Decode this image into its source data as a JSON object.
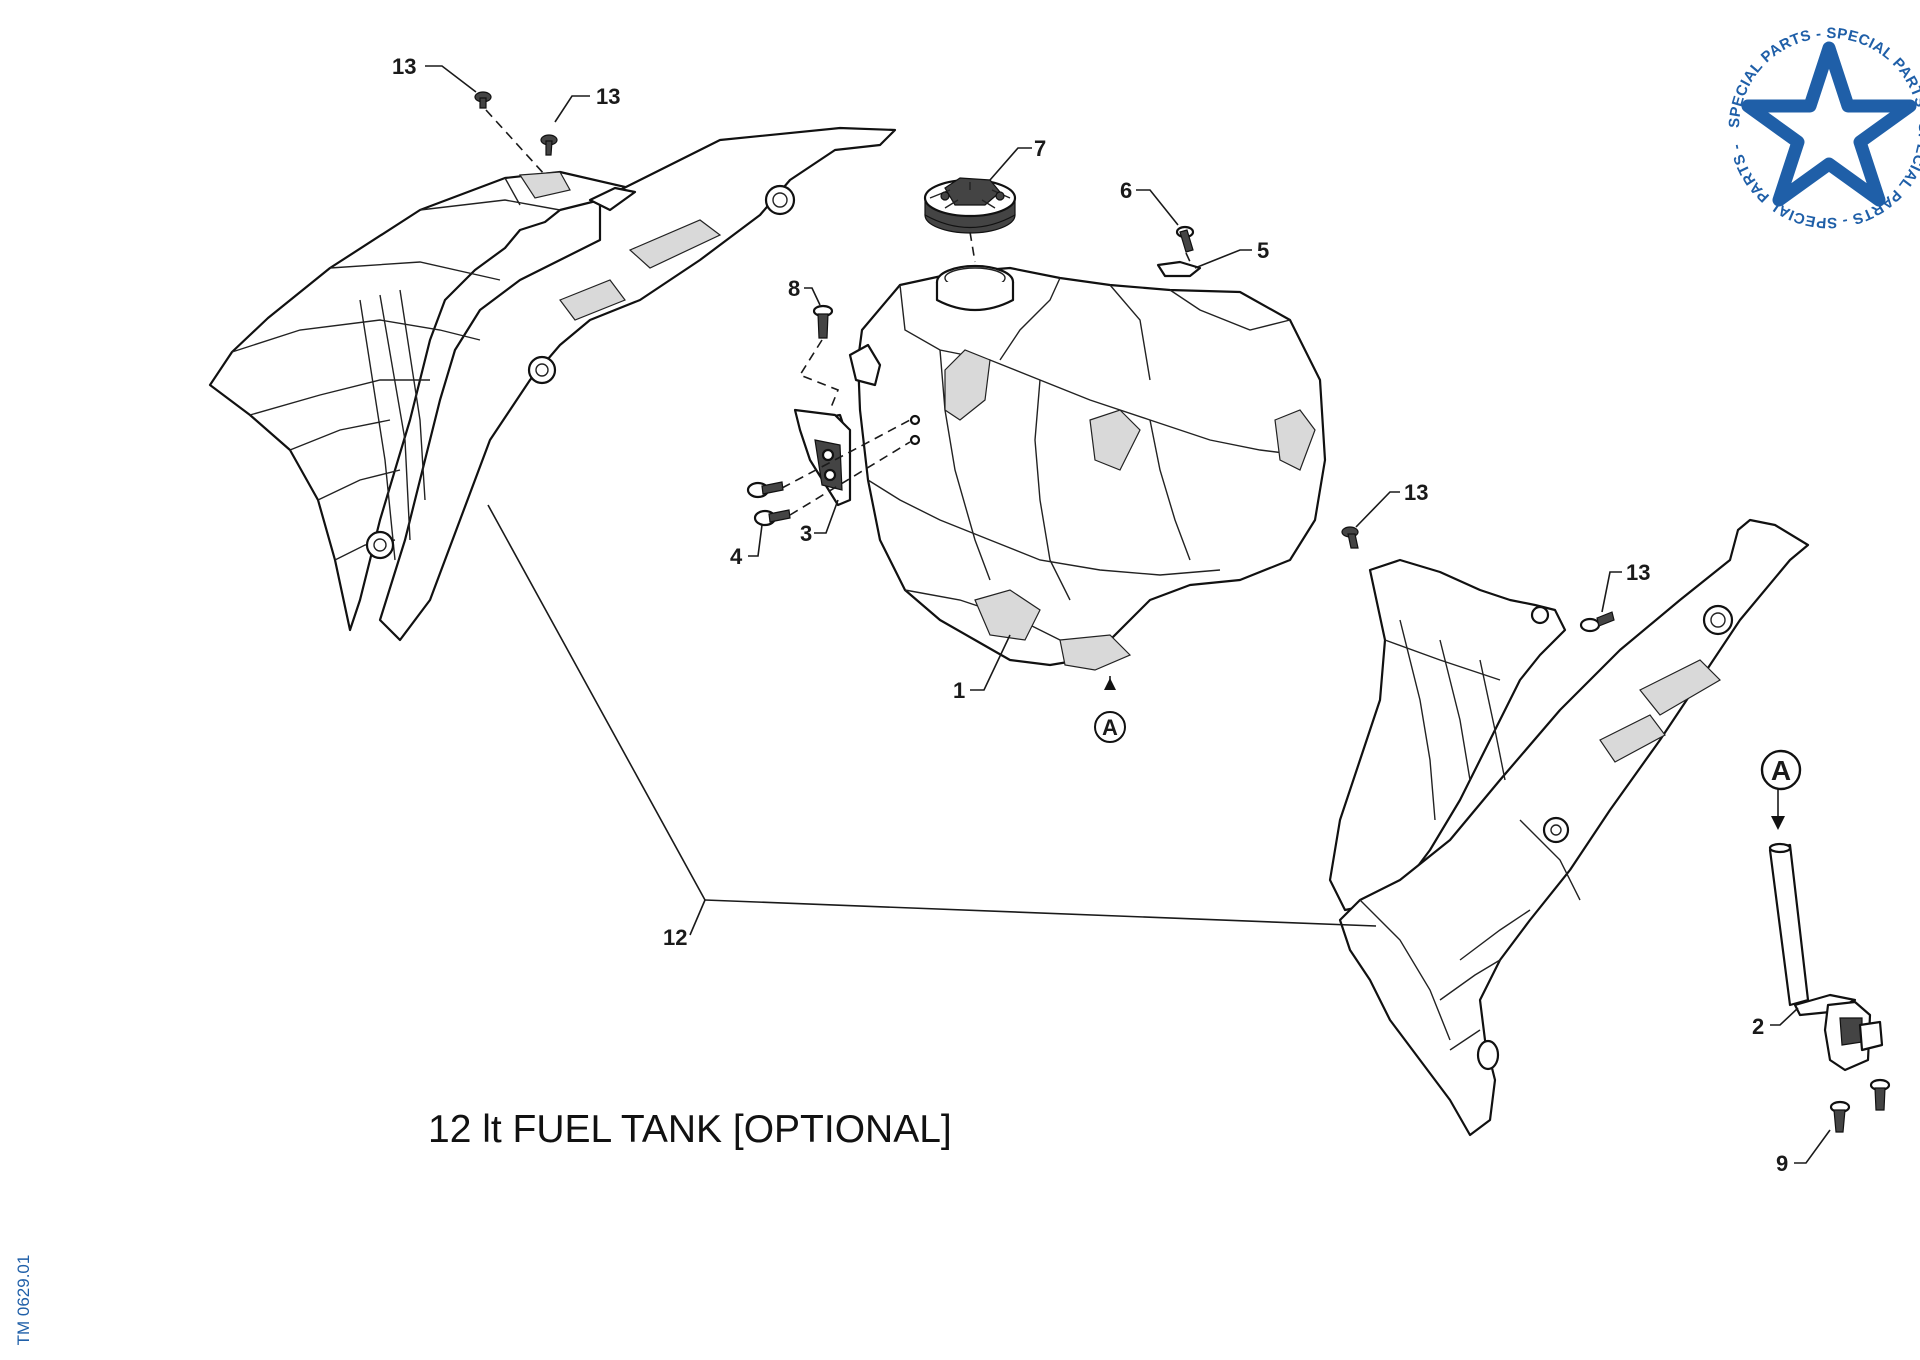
{
  "caption": "12 lt FUEL TANK [OPTIONAL]",
  "drawing_code": "TM 0629.01",
  "stamp": {
    "text": "SPECIAL PARTS - SPECIAL PARTS - SPECIAL PARTS - SPECIAL PARTS - ",
    "color": "#1f5fa8"
  },
  "callouts": {
    "c1": "1",
    "c2": "2",
    "c3": "3",
    "c4": "4",
    "c5": "5",
    "c6": "6",
    "c7": "7",
    "c8": "8",
    "c9": "9",
    "c12": "12",
    "c13a": "13",
    "c13b": "13",
    "c13c": "13",
    "c13d": "13"
  },
  "markers": {
    "a_top": "A",
    "a_bottom": "A"
  }
}
